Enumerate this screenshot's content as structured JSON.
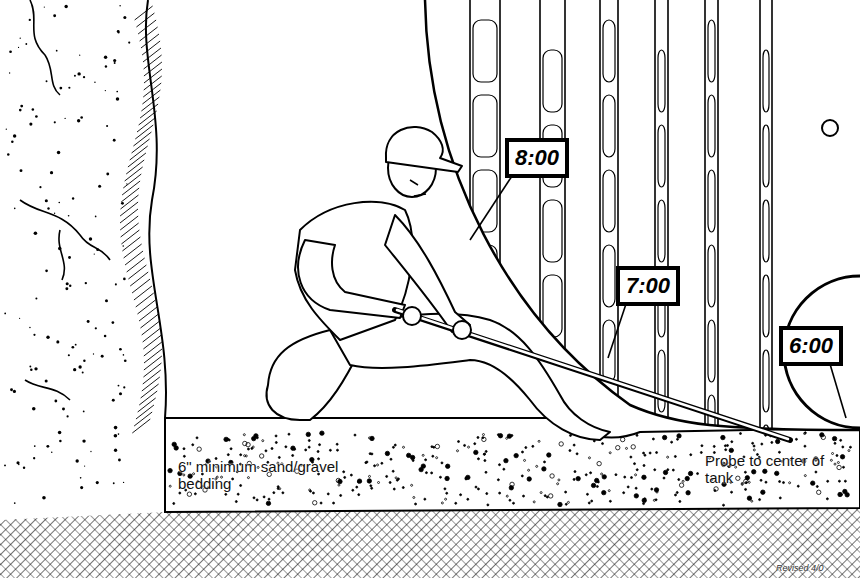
{
  "diagram": {
    "nodes": [
      {
        "text": [
          "8:00"
        ]
      },
      {
        "text": [
          "7:00"
        ]
      },
      {
        "text": [
          "6:00"
        ]
      }
    ],
    "labels": [
      "6\" minimum sand/gravel bedding",
      "Probe to center of tank",
      "Revised 4/0"
    ]
  }
}
